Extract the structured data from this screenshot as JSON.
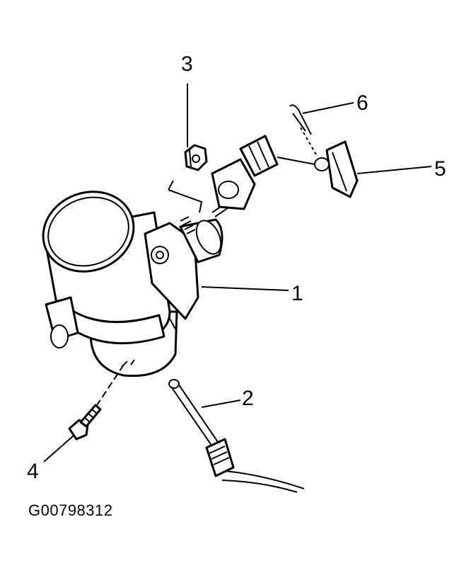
{
  "callouts": {
    "c1": "1",
    "c2": "2",
    "c3": "3",
    "c4": "4",
    "c5": "5",
    "c6": "6"
  },
  "figure_code": "G00798312"
}
